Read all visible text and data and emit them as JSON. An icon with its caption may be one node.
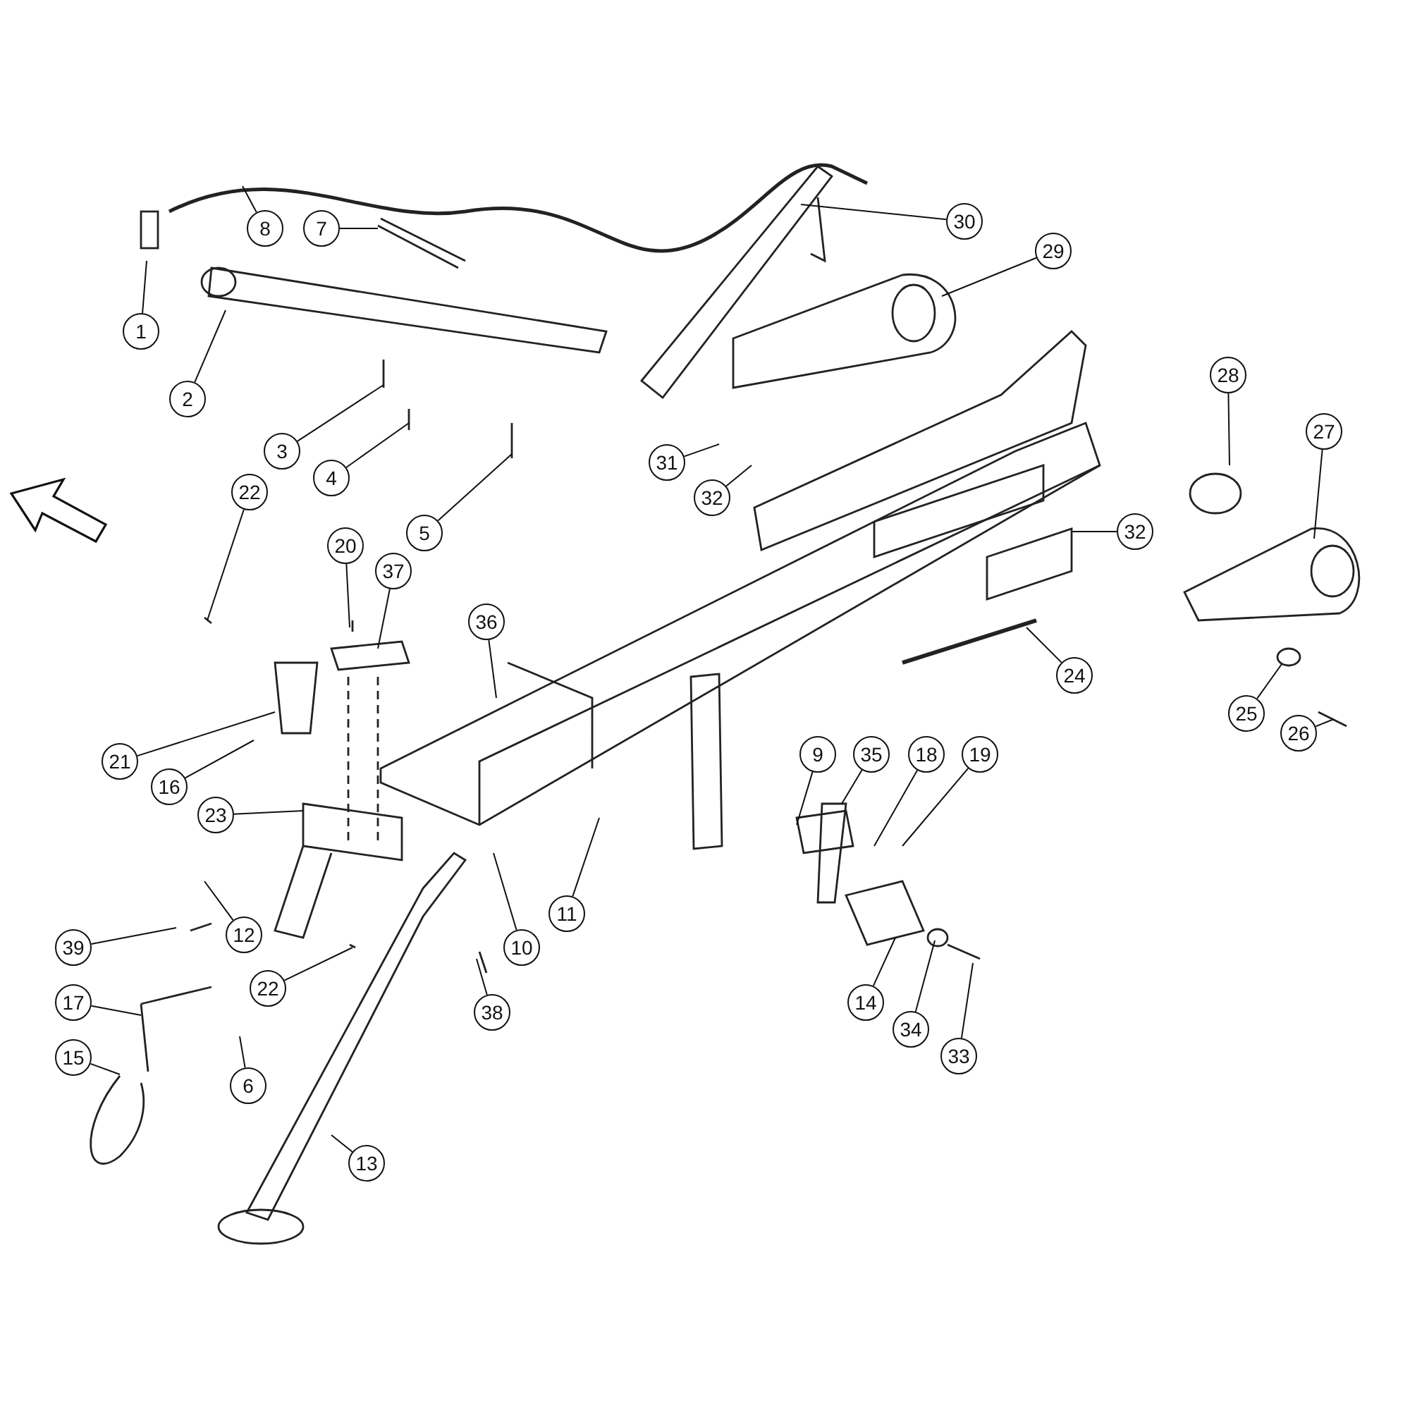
{
  "diagram": {
    "nodes": [
      {
        "text": [
          "8"
        ]
      },
      {
        "text": [
          "7"
        ]
      },
      {
        "text": [
          "30"
        ]
      },
      {
        "text": [
          "29"
        ]
      },
      {
        "text": [
          "1"
        ]
      },
      {
        "text": [
          "2"
        ]
      },
      {
        "text": [
          "28"
        ]
      },
      {
        "text": [
          "27"
        ]
      },
      {
        "text": [
          "3"
        ]
      },
      {
        "text": [
          "31"
        ]
      },
      {
        "text": [
          "4"
        ]
      },
      {
        "text": [
          "22"
        ]
      },
      {
        "text": [
          "32"
        ]
      },
      {
        "text": [
          "5"
        ]
      },
      {
        "text": [
          "32"
        ]
      },
      {
        "text": [
          "20"
        ]
      },
      {
        "text": [
          "37"
        ]
      },
      {
        "text": [
          "36"
        ]
      },
      {
        "text": [
          "24"
        ]
      },
      {
        "text": [
          "25"
        ]
      },
      {
        "text": [
          "26"
        ]
      },
      {
        "text": [
          "9"
        ]
      },
      {
        "text": [
          "35"
        ]
      },
      {
        "text": [
          "18"
        ]
      },
      {
        "text": [
          "19"
        ]
      },
      {
        "text": [
          "21"
        ]
      },
      {
        "text": [
          "16"
        ]
      },
      {
        "text": [
          "23"
        ]
      },
      {
        "text": [
          "11"
        ]
      },
      {
        "text": [
          "12"
        ]
      },
      {
        "text": [
          "39"
        ]
      },
      {
        "text": [
          "10"
        ]
      },
      {
        "text": [
          "22"
        ]
      },
      {
        "text": [
          "17"
        ]
      },
      {
        "text": [
          "14"
        ]
      },
      {
        "text": [
          "38"
        ]
      },
      {
        "text": [
          "34"
        ]
      },
      {
        "text": [
          "15"
        ]
      },
      {
        "text": [
          "33"
        ]
      },
      {
        "text": [
          "6"
        ]
      },
      {
        "text": [
          "13"
        ]
      }
    ],
    "edges": [
      {
        "from": 0,
        "to": null,
        "arrow": "none"
      },
      {
        "from": 1,
        "to": null,
        "arrow": "none"
      },
      {
        "from": 2,
        "to": null,
        "arrow": "none"
      },
      {
        "from": 3,
        "to": null,
        "arrow": "none"
      },
      {
        "from": 4,
        "to": null,
        "arrow": "none"
      },
      {
        "from": 5,
        "to": null,
        "arrow": "none"
      },
      {
        "from": 6,
        "to": null,
        "arrow": "none"
      },
      {
        "from": 7,
        "to": null,
        "arrow": "none"
      },
      {
        "from": 8,
        "to": null,
        "arrow": "none"
      },
      {
        "from": 9,
        "to": null,
        "arrow": "none"
      },
      {
        "from": 10,
        "to": null,
        "arrow": "none"
      },
      {
        "from": 11,
        "to": null,
        "arrow": "none"
      },
      {
        "from": 12,
        "to": null,
        "arrow": "none"
      },
      {
        "from": 13,
        "to": null,
        "arrow": "none"
      },
      {
        "from": 14,
        "to": null,
        "arrow": "none"
      },
      {
        "from": 15,
        "to": null,
        "arrow": "none"
      },
      {
        "from": 16,
        "to": null,
        "arrow": "none"
      },
      {
        "from": 17,
        "to": null,
        "arrow": "none"
      },
      {
        "from": 18,
        "to": null,
        "arrow": "none"
      },
      {
        "from": 19,
        "to": null,
        "arrow": "none"
      },
      {
        "from": 20,
        "to": null,
        "arrow": "none"
      },
      {
        "from": 21,
        "to": null,
        "arrow": "none"
      },
      {
        "from": 22,
        "to": null,
        "arrow": "none"
      },
      {
        "from": 23,
        "to": null,
        "arrow": "none"
      },
      {
        "from": 24,
        "to": null,
        "arrow": "none"
      },
      {
        "from": 25,
        "to": null,
        "arrow": "none"
      },
      {
        "from": 26,
        "to": null,
        "arrow": "none"
      },
      {
        "from": 27,
        "to": null,
        "arrow": "none"
      },
      {
        "from": 28,
        "to": null,
        "arrow": "none"
      },
      {
        "from": 29,
        "to": null,
        "arrow": "none"
      },
      {
        "from": 30,
        "to": null,
        "arrow": "none"
      },
      {
        "from": 31,
        "to": null,
        "arrow": "none"
      },
      {
        "from": 32,
        "to": null,
        "arrow": "none"
      },
      {
        "from": 33,
        "to": null,
        "arrow": "none"
      },
      {
        "from": 34,
        "to": null,
        "arrow": "none"
      },
      {
        "from": 35,
        "to": null,
        "arrow": "none"
      },
      {
        "from": 36,
        "to": null,
        "arrow": "none"
      },
      {
        "from": 37,
        "to": null,
        "arrow": "none"
      },
      {
        "from": 38,
        "to": null,
        "arrow": "none"
      },
      {
        "from": 39,
        "to": null,
        "arrow": "none"
      },
      {
        "from": 40,
        "to": null,
        "arrow": "none"
      }
    ]
  }
}
